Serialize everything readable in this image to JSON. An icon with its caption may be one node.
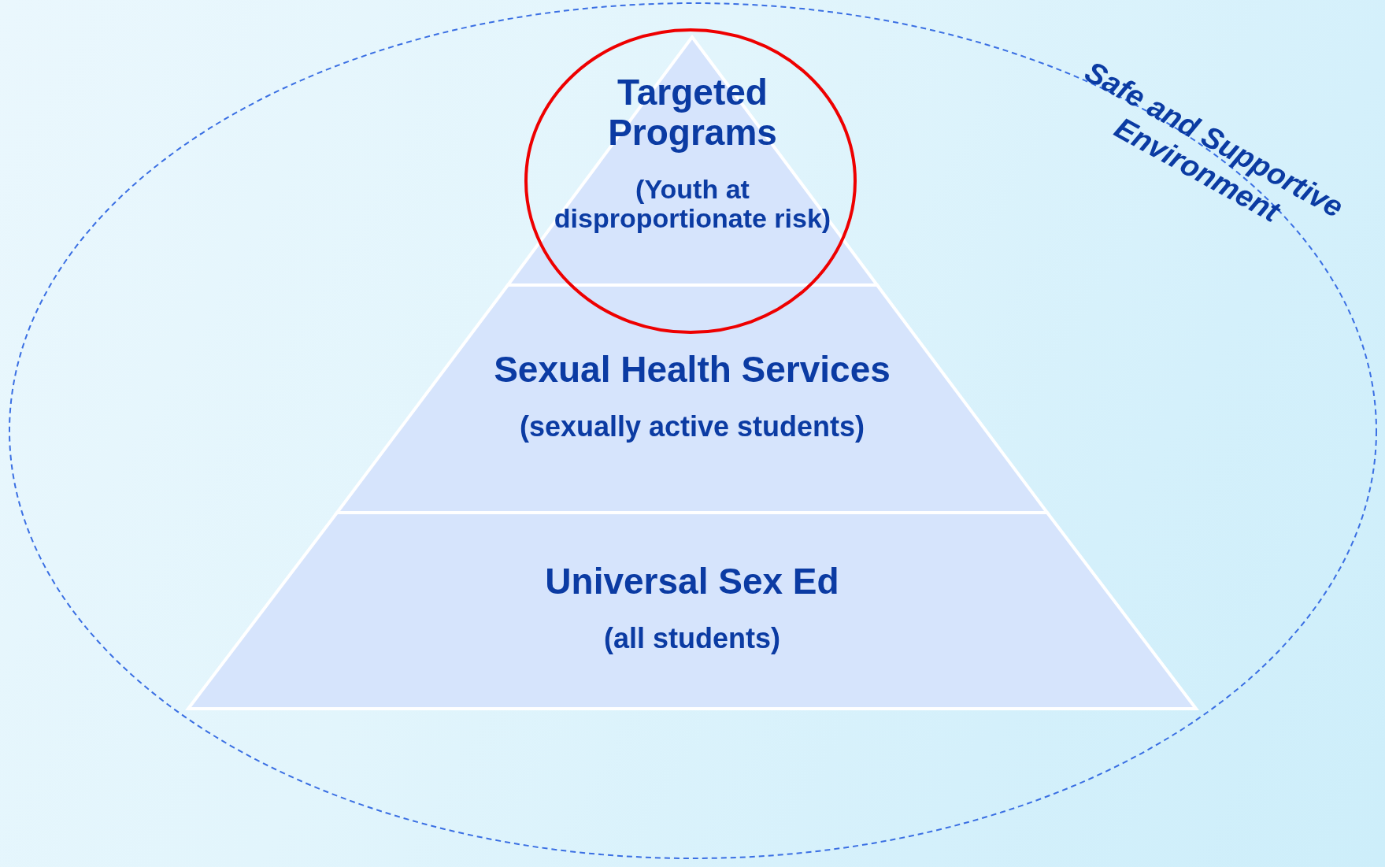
{
  "diagram": {
    "nodes": [
      {
        "text": [
          "Safe and Supportive Environment"
        ]
      },
      {
        "text": [
          "Targeted Programs",
          "(Youth at disproportionate risk)"
        ],
        "in": 0
      },
      {
        "text": [
          "Sexual Health Services",
          "(sexually active students)"
        ],
        "in": 0
      },
      {
        "text": [
          "Universal Sex Ed",
          "(all students)"
        ],
        "in": 0
      }
    ]
  }
}
